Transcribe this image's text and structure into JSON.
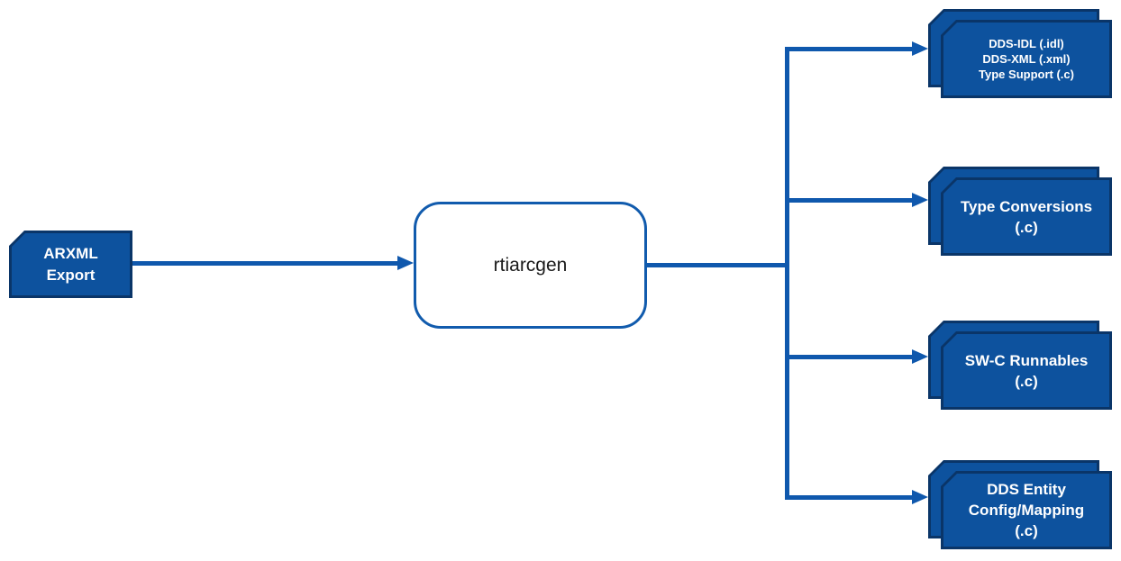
{
  "diagram": {
    "input": {
      "lines": [
        "ARXML",
        "Export"
      ]
    },
    "processor": {
      "label": "rtiarcgen"
    },
    "outputs": [
      {
        "lines": [
          "DDS-IDL (.idl)",
          "DDS-XML (.xml)",
          "Type Support (.c)"
        ]
      },
      {
        "lines": [
          "Type Conversions",
          "(.c)"
        ]
      },
      {
        "lines": [
          "SW-C Runnables",
          "(.c)"
        ]
      },
      {
        "lines": [
          "DDS Entity",
          "Config/Mapping",
          "(.c)"
        ]
      }
    ],
    "colors": {
      "card_fill": "#0d529e",
      "card_border": "#0a3568",
      "connector": "#0f58ad",
      "processor_border": "#115bad",
      "label_text": "#ffffff",
      "processor_text": "#1a1a1a",
      "background": "#ffffff"
    }
  }
}
